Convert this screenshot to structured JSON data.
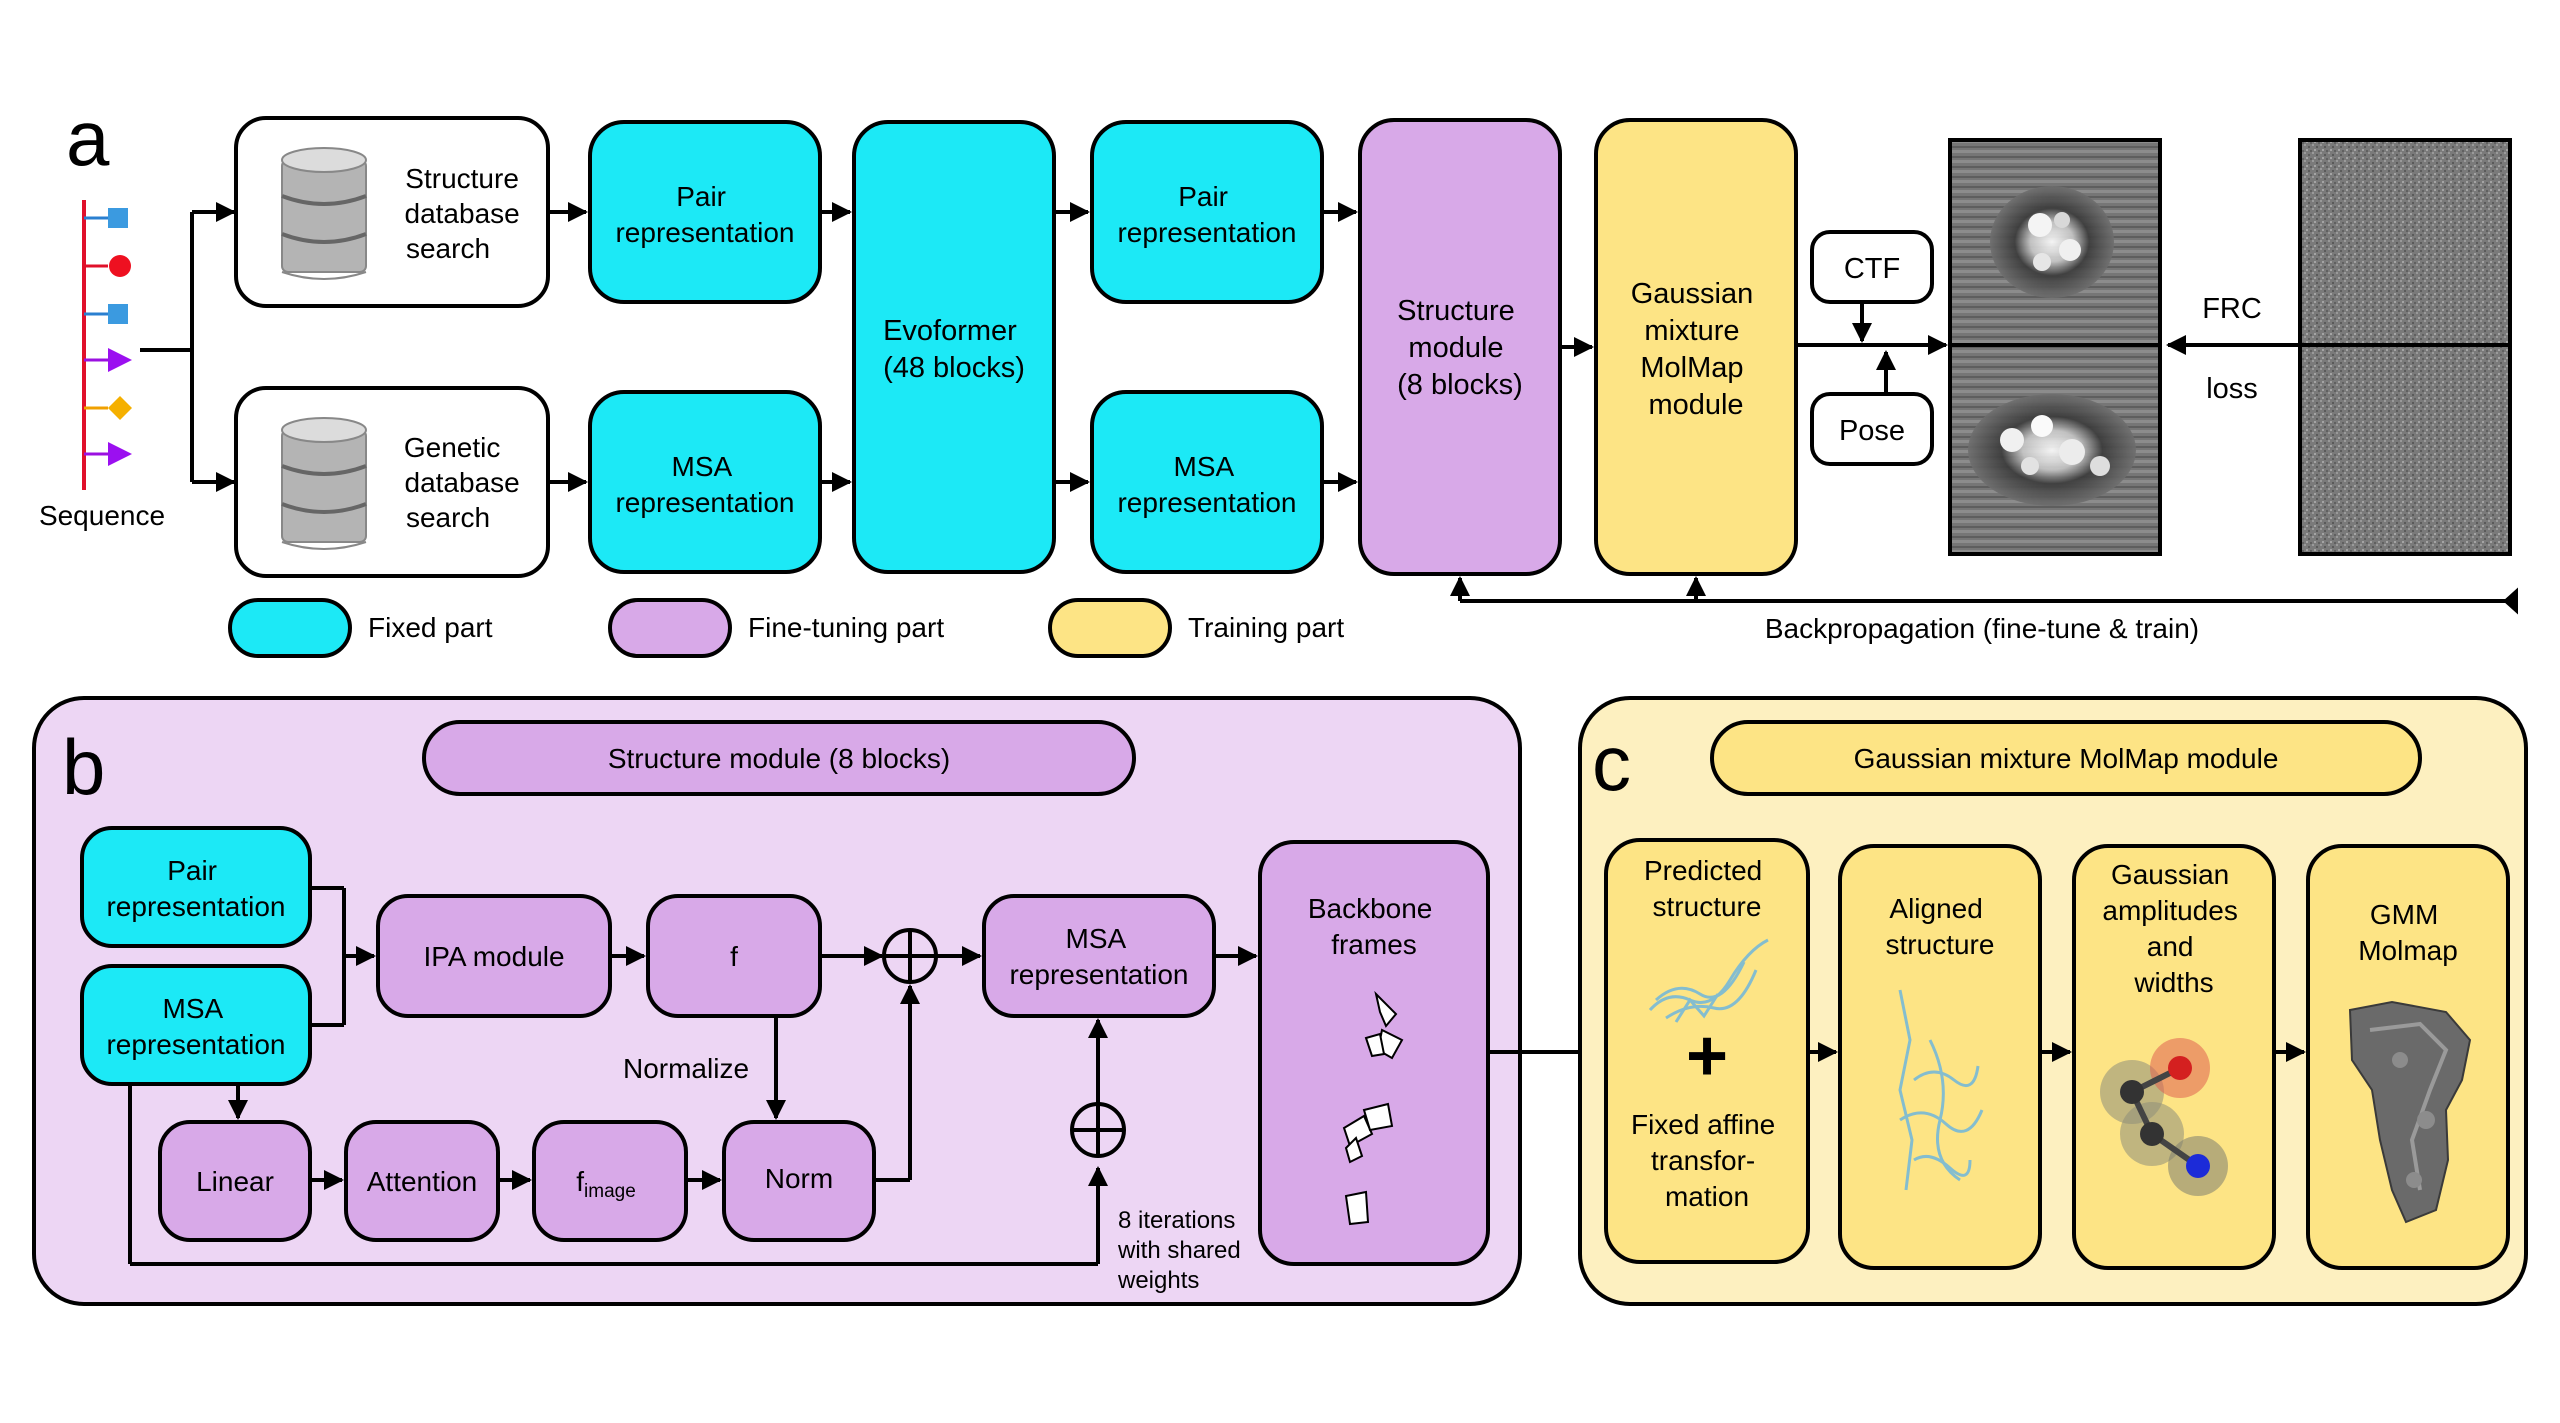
{
  "colors": {
    "fixed": "#1ce9f6",
    "finetune": "#d8a9e8",
    "training": "#fde485",
    "panel_b_bg": "#edd6f4",
    "panel_c_bg": "#fdf0c0",
    "stroke": "#000000"
  },
  "panel_a": {
    "letter": "a",
    "sequence_label": "Sequence",
    "structure_search": [
      "Structure",
      "database",
      "search"
    ],
    "genetic_search": [
      "Genetic",
      "database",
      "search"
    ],
    "pair_rep_1": [
      "Pair",
      "representation"
    ],
    "msa_rep_1": [
      "MSA",
      "representation"
    ],
    "evoformer": [
      "Evoformer",
      "(48 blocks)"
    ],
    "pair_rep_2": [
      "Pair",
      "representation"
    ],
    "msa_rep_2": [
      "MSA",
      "representation"
    ],
    "structure_module": [
      "Structure",
      "module",
      "(8 blocks)"
    ],
    "gmm_module": [
      "Gaussian",
      "mixture",
      "MolMap",
      "module"
    ],
    "ctf": "CTF",
    "pose": "Pose",
    "frc": "FRC",
    "loss": "loss",
    "backprop": "Backpropagation (fine-tune & train)",
    "legend": {
      "fixed": "Fixed part",
      "finetune": "Fine-tuning part",
      "training": "Training part"
    },
    "database_icon": "database-icon",
    "sequence_icons": [
      "square",
      "circle",
      "square",
      "triangle",
      "diamond",
      "triangle"
    ]
  },
  "panel_b": {
    "letter": "b",
    "title": "Structure module (8 blocks)",
    "pair_rep": [
      "Pair",
      "representation"
    ],
    "msa_rep": [
      "MSA",
      "representation"
    ],
    "ipa": "IPA module",
    "f": "f",
    "normalize": "Normalize",
    "msa_rep_out": [
      "MSA",
      "representation"
    ],
    "backbone": [
      "Backbone",
      "frames"
    ],
    "linear": "Linear",
    "attention": "Attention",
    "fimage": "f",
    "fimage_sub": "image",
    "norm": "Norm",
    "iterations": [
      "8 iterations",
      "with shared",
      "weights"
    ]
  },
  "panel_c": {
    "letter": "c",
    "title": "Gaussian mixture MolMap module",
    "predicted": [
      "Predicted",
      "structure"
    ],
    "plus": "+",
    "fixed_affine": [
      "Fixed affine",
      "transfor-",
      "mation"
    ],
    "aligned": [
      "Aligned",
      "structure"
    ],
    "gaussian": [
      "Gaussian",
      "amplitudes",
      "and",
      "widths"
    ],
    "gmm": [
      "GMM",
      "Molmap"
    ]
  }
}
